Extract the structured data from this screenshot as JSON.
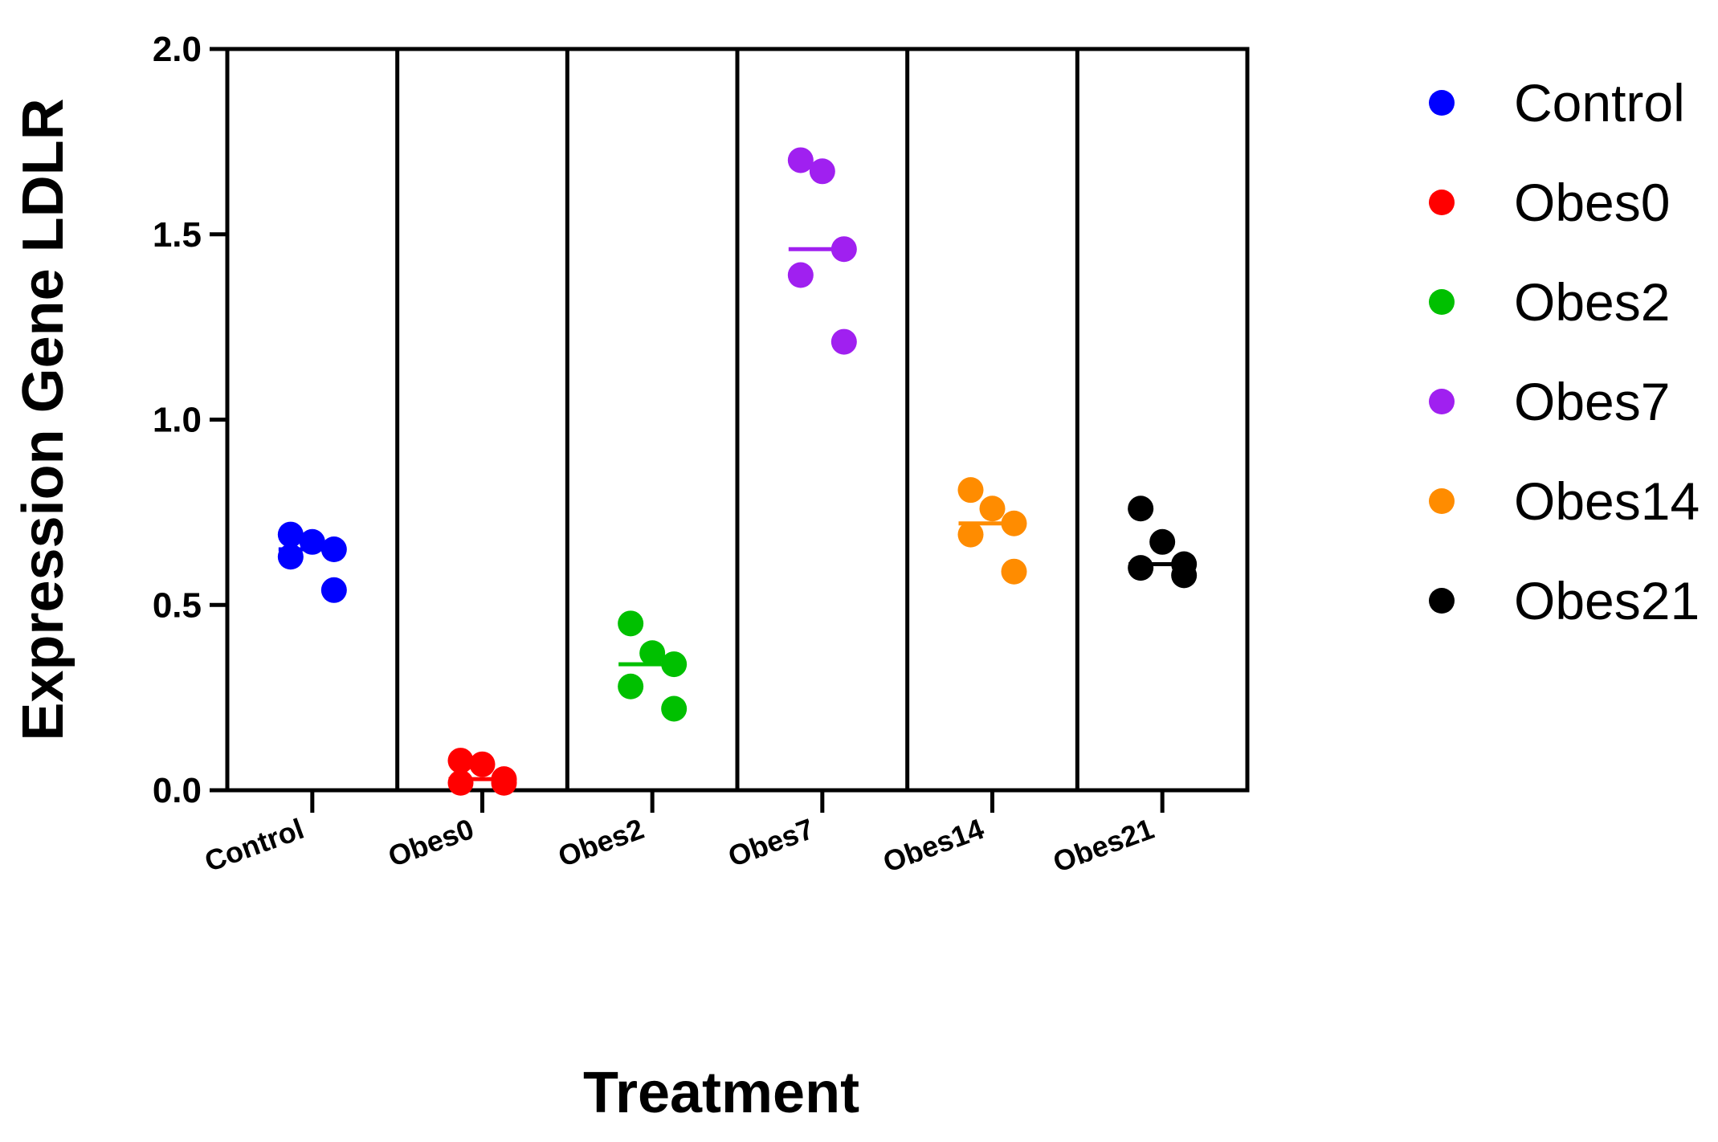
{
  "chart_data": {
    "type": "scatter",
    "title": "",
    "xlabel": "Treatment",
    "ylabel": "Expression Gene LDLR",
    "ylim": [
      0,
      2.0
    ],
    "yticks": [
      "0.0",
      "0.5",
      "1.0",
      "1.5",
      "2.0"
    ],
    "categories": [
      "Control",
      "Obes0",
      "Obes2",
      "Obes7",
      "Obes14",
      "Obes21"
    ],
    "grid": false,
    "legend_position": "right",
    "series": [
      {
        "name": "Control",
        "color": "#0000ff",
        "values": [
          0.69,
          0.67,
          0.65,
          0.63,
          0.54
        ],
        "median": 0.65
      },
      {
        "name": "Obes0",
        "color": "#ff0000",
        "values": [
          0.08,
          0.07,
          0.03,
          0.02,
          0.02
        ],
        "median": 0.03
      },
      {
        "name": "Obes2",
        "color": "#00c000",
        "values": [
          0.45,
          0.37,
          0.34,
          0.28,
          0.22
        ],
        "median": 0.34
      },
      {
        "name": "Obes7",
        "color": "#a020f0",
        "values": [
          1.7,
          1.67,
          1.46,
          1.39,
          1.21
        ],
        "median": 1.46
      },
      {
        "name": "Obes14",
        "color": "#ff8c00",
        "values": [
          0.81,
          0.76,
          0.72,
          0.69,
          0.59
        ],
        "median": 0.72
      },
      {
        "name": "Obes21",
        "color": "#000000",
        "values": [
          0.76,
          0.67,
          0.61,
          0.6,
          0.58
        ],
        "median": 0.61
      }
    ]
  }
}
